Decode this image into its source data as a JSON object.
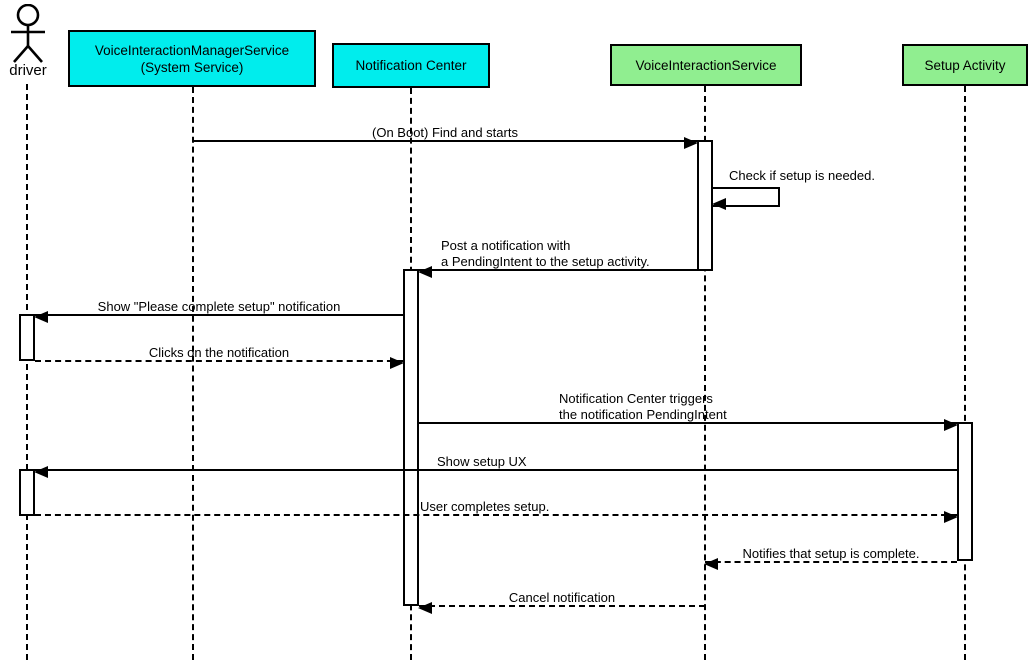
{
  "diagram": {
    "kind": "uml-sequence-diagram",
    "colors": {
      "system_participant_fill": "#00EDED",
      "app_participant_fill": "#90EE90",
      "stroke": "#000000",
      "background": "#FFFFFF"
    },
    "participants": [
      {
        "name": "driver",
        "type": "actor"
      },
      {
        "name": "VoiceInteractionManagerService\n(System Service)",
        "type": "system-service",
        "fill": "#00EDED"
      },
      {
        "name": "Notification Center",
        "type": "system-service",
        "fill": "#00EDED"
      },
      {
        "name": "VoiceInteractionService",
        "type": "app-component",
        "fill": "#90EE90"
      },
      {
        "name": "Setup Activity",
        "type": "app-component",
        "fill": "#90EE90"
      }
    ],
    "messages": [
      {
        "from": "VoiceInteractionManagerService (System Service)",
        "to": "VoiceInteractionService",
        "label": "(On Boot) Find and starts",
        "style": "solid"
      },
      {
        "from": "VoiceInteractionService",
        "to": "VoiceInteractionService",
        "label": "Check if setup is needed.",
        "style": "solid-self"
      },
      {
        "from": "VoiceInteractionService",
        "to": "Notification Center",
        "label": "Post a notification with\na PendingIntent to the setup activity.",
        "style": "solid"
      },
      {
        "from": "Notification Center",
        "to": "driver",
        "label": "Show \"Please complete setup\" notification",
        "style": "solid"
      },
      {
        "from": "driver",
        "to": "Notification Center",
        "label": "Clicks on the notification",
        "style": "dashed"
      },
      {
        "from": "Notification Center",
        "to": "Setup Activity",
        "label": "Notification Center triggers\nthe notification PendingIntent",
        "style": "solid"
      },
      {
        "from": "Setup Activity",
        "to": "driver",
        "label": "Show setup UX",
        "style": "solid"
      },
      {
        "from": "driver",
        "to": "Setup Activity",
        "label": "User completes setup.",
        "style": "dashed"
      },
      {
        "from": "Setup Activity",
        "to": "VoiceInteractionService",
        "label": "Notifies that setup is complete.",
        "style": "dashed"
      },
      {
        "from": "VoiceInteractionService",
        "to": "Notification Center",
        "label": "Cancel notification",
        "style": "dashed"
      }
    ]
  }
}
